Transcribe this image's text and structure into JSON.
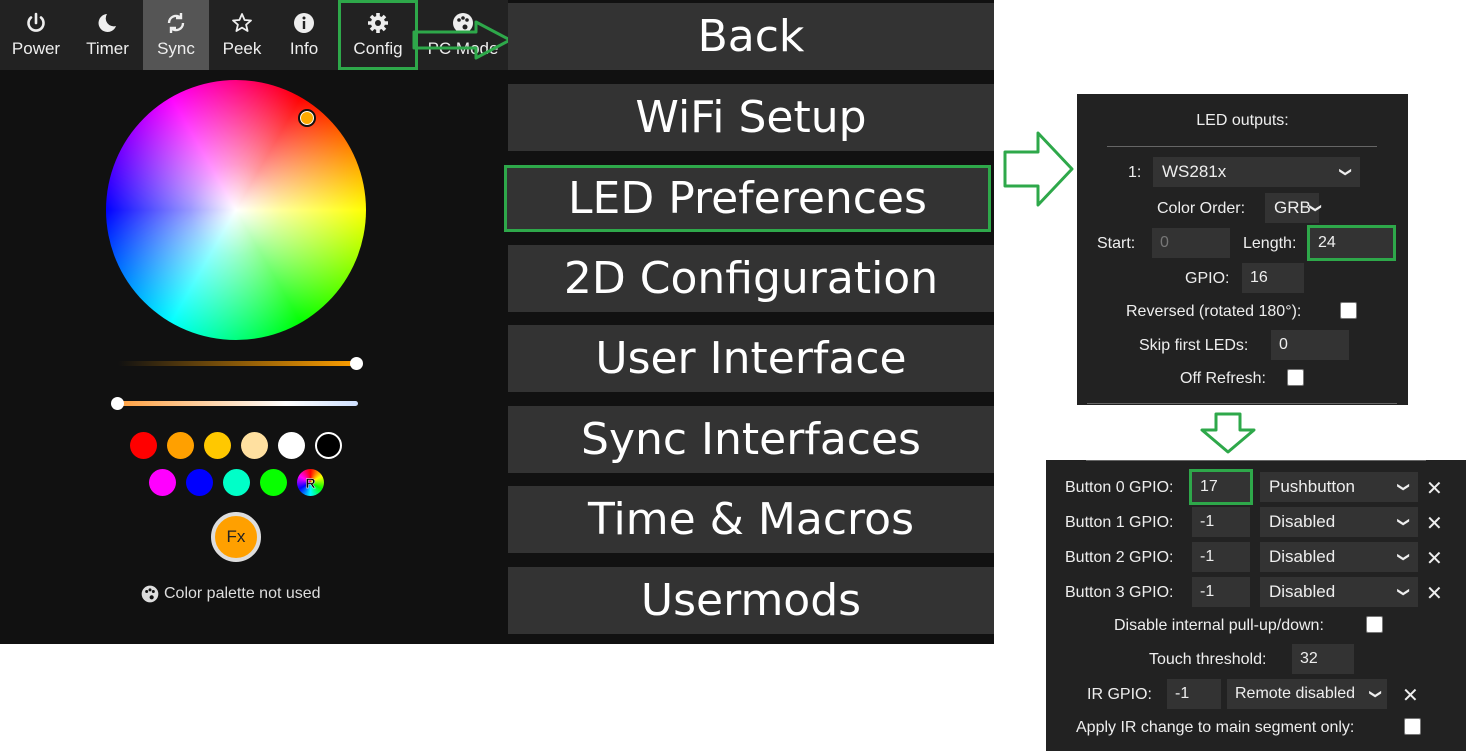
{
  "topbar": {
    "tabs": [
      {
        "label": "Power",
        "icon": "power-icon"
      },
      {
        "label": "Timer",
        "icon": "moon-icon"
      },
      {
        "label": "Sync",
        "icon": "sync-icon"
      },
      {
        "label": "Peek",
        "icon": "star-icon"
      },
      {
        "label": "Info",
        "icon": "info-icon"
      },
      {
        "label": "Config",
        "icon": "gear-icon"
      },
      {
        "label": "PC Mode",
        "icon": "palette-icon"
      }
    ]
  },
  "colors": {
    "accent_green": "#2ea84a",
    "swatches_row1": [
      "#ff0000",
      "#ffa000",
      "#ffc800",
      "#ffe0a0",
      "#ffffff",
      "#000000"
    ],
    "swatches_row2": [
      "#ff00ff",
      "#0000ff",
      "#00ffc8",
      "#08ff00"
    ]
  },
  "color_controls": {
    "brightness_level": 1.0,
    "cct_level": 0.0,
    "rainbow_label": "R",
    "fx_label": "Fx",
    "palette_note": "Color palette not used"
  },
  "menu": {
    "items": [
      "Back",
      "WiFi Setup",
      "LED Preferences",
      "2D Configuration",
      "User Interface",
      "Sync Interfaces",
      "Time & Macros",
      "Usermods"
    ]
  },
  "led_outputs": {
    "title": "LED outputs:",
    "index_label": "1:",
    "type": "WS281x",
    "color_order_label": "Color Order:",
    "color_order": "GRB",
    "start_label": "Start:",
    "start": "0",
    "length_label": "Length:",
    "length": "24",
    "gpio_label": "GPIO:",
    "gpio": "16",
    "reversed_label": "Reversed (rotated 180°):",
    "skip_label": "Skip first LEDs:",
    "skip": "0",
    "off_refresh_label": "Off Refresh:"
  },
  "buttons": {
    "rows": [
      {
        "label": "Button 0 GPIO:",
        "gpio": "17",
        "mode": "Pushbutton"
      },
      {
        "label": "Button 1 GPIO:",
        "gpio": "-1",
        "mode": "Disabled"
      },
      {
        "label": "Button 2 GPIO:",
        "gpio": "-1",
        "mode": "Disabled"
      },
      {
        "label": "Button 3 GPIO:",
        "gpio": "-1",
        "mode": "Disabled"
      }
    ],
    "remove_glyph": "✕",
    "pullup_label": "Disable internal pull-up/down:",
    "touch_label": "Touch threshold:",
    "touch": "32",
    "ir_label": "IR GPIO:",
    "ir_gpio": "-1",
    "ir_mode": "Remote disabled",
    "apply_ir_label": "Apply IR change to main segment only:"
  }
}
